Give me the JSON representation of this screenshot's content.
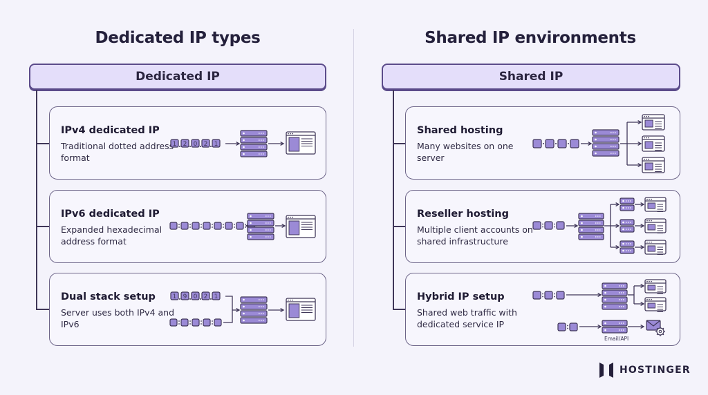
{
  "left": {
    "title": "Dedicated IP types",
    "header": "Dedicated IP",
    "cards": [
      {
        "title": "IPv4 dedicated IP",
        "desc": "Traditional dotted address format",
        "digits": [
          "1",
          "2",
          "0",
          "2",
          "1"
        ]
      },
      {
        "title": "IPv6 dedicated IP",
        "desc": "Expanded hexadecimal address format"
      },
      {
        "title": "Dual stack setup",
        "desc": "Server uses both IPv4 and IPv6",
        "digits": [
          "1",
          "9",
          "0",
          "2",
          "1"
        ]
      }
    ]
  },
  "right": {
    "title": "Shared IP environments",
    "header": "Shared IP",
    "cards": [
      {
        "title": "Shared hosting",
        "desc": "Many websites on one server"
      },
      {
        "title": "Reseller hosting",
        "desc": "Multiple client accounts on shared infrastructure"
      },
      {
        "title": "Hybrid IP setup",
        "desc": "Shared web traffic with dedicated service IP",
        "service_label": "Email/API"
      }
    ]
  },
  "brand": {
    "name": "HOSTINGER"
  },
  "colors": {
    "accent": "#9b8ad6",
    "accent_light": "#e4defa",
    "line": "#3f3658",
    "background": "#f4f3fb"
  }
}
